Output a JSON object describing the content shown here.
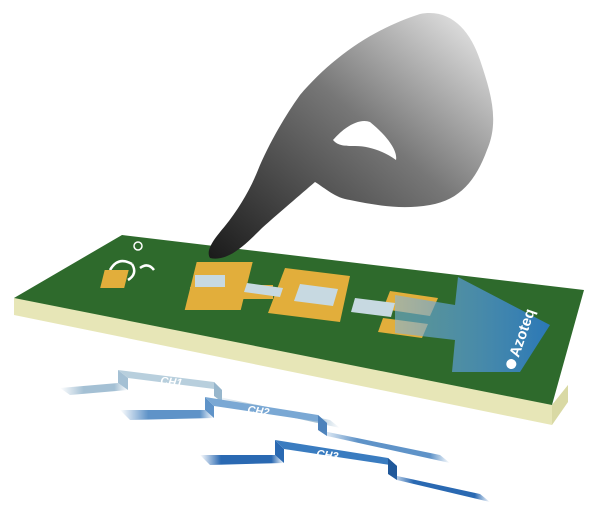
{
  "illustration": {
    "board_logo_text": "Azoteq",
    "channels": [
      {
        "label": "CH1"
      },
      {
        "label": "CH2"
      },
      {
        "label": "CH3"
      }
    ]
  },
  "colors": {
    "board_green": "#2e6a2c",
    "board_base": "#efefc6",
    "electrode_gold": "#e2ae3b",
    "trace_light": "#a4c0d4",
    "trace_mid": "#5f93c8",
    "trace_dark": "#2a69b2",
    "arrow_blue": "#3d8fd0"
  }
}
